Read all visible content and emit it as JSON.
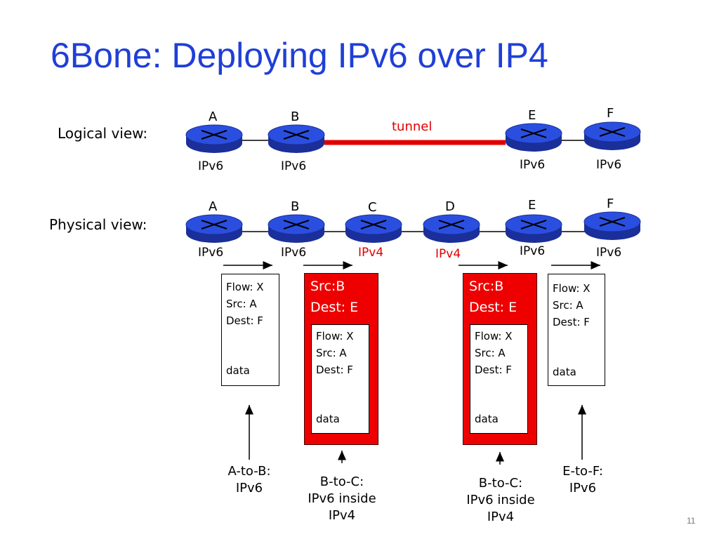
{
  "title": "6Bone: Deploying IPv6 over IP4",
  "logical": {
    "label": "Logical view:",
    "tunnel": "tunnel",
    "routers": [
      {
        "name": "A",
        "net": "IPv6"
      },
      {
        "name": "B",
        "net": "IPv6"
      },
      {
        "name": "E",
        "net": "IPv6"
      },
      {
        "name": "F",
        "net": "IPv6"
      }
    ]
  },
  "physical": {
    "label": "Physical view:",
    "routers": [
      {
        "name": "A",
        "net": "IPv6"
      },
      {
        "name": "B",
        "net": "IPv6"
      },
      {
        "name": "C",
        "net": "IPv4"
      },
      {
        "name": "D",
        "net": "IPv4"
      },
      {
        "name": "E",
        "net": "IPv6"
      },
      {
        "name": "F",
        "net": "IPv6"
      }
    ]
  },
  "packets": {
    "ab": {
      "flow": "Flow: X",
      "src": "Src: A",
      "dest": "Dest: F",
      "data": "data"
    },
    "bc1": {
      "outer_src": "Src:B",
      "outer_dest": "Dest: E",
      "flow": "Flow: X",
      "src": "Src: A",
      "dest": "Dest: F",
      "data": "data"
    },
    "bc2": {
      "outer_src": "Src:B",
      "outer_dest": "Dest: E",
      "flow": "Flow: X",
      "src": "Src: A",
      "dest": "Dest: F",
      "data": "data"
    },
    "ef": {
      "flow": "Flow: X",
      "src": "Src: A",
      "dest": "Dest: F",
      "data": "data"
    }
  },
  "captions": {
    "ab": [
      "A-to-B:",
      "IPv6"
    ],
    "bc1": [
      "B-to-C:",
      "IPv6 inside",
      "IPv4"
    ],
    "bc2": [
      "B-to-C:",
      "IPv6 inside",
      "IPv4"
    ],
    "ef": [
      "E-to-F:",
      "IPv6"
    ]
  },
  "colors": {
    "title": "#1f3fd6",
    "router": "#1f3fd6",
    "tunnel": "#e00000",
    "ipv4": "#e00000"
  },
  "slide_number": "11"
}
